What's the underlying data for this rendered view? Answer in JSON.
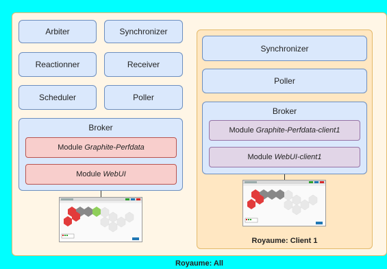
{
  "colors": {
    "canvas": "#00ffff",
    "realm_fill": "#fff6e6",
    "realm_border": "#e3b96a",
    "client_realm_fill": "#ffe7c2",
    "daemon_fill": "#dae8fc",
    "daemon_border": "#6c8ebf",
    "module_red_fill": "#f8cecc",
    "module_purple_fill": "#e1d5e7"
  },
  "realm_all": {
    "label": "Royaume: All",
    "daemons": {
      "arbiter": "Arbiter",
      "synchronizer": "Synchronizer",
      "reactionner": "Reactionner",
      "receiver": "Receiver",
      "scheduler": "Scheduler",
      "poller": "Poller"
    },
    "broker": {
      "title": "Broker",
      "modules": [
        {
          "prefix": "Module",
          "name": "Graphite-Perfdata"
        },
        {
          "prefix": "Module",
          "name": "WebUI"
        }
      ]
    },
    "screenshot_icon": "webui-screenshot"
  },
  "realm_client1": {
    "label": "Royaume: Client 1",
    "daemons": {
      "synchronizer": "Synchronizer",
      "poller": "Poller"
    },
    "broker": {
      "title": "Broker",
      "modules": [
        {
          "prefix": "Module",
          "name": "Graphite-Perfdata-client1"
        },
        {
          "prefix": "Module",
          "name": "WebUI-client1"
        }
      ]
    },
    "screenshot_icon": "webui-screenshot"
  }
}
